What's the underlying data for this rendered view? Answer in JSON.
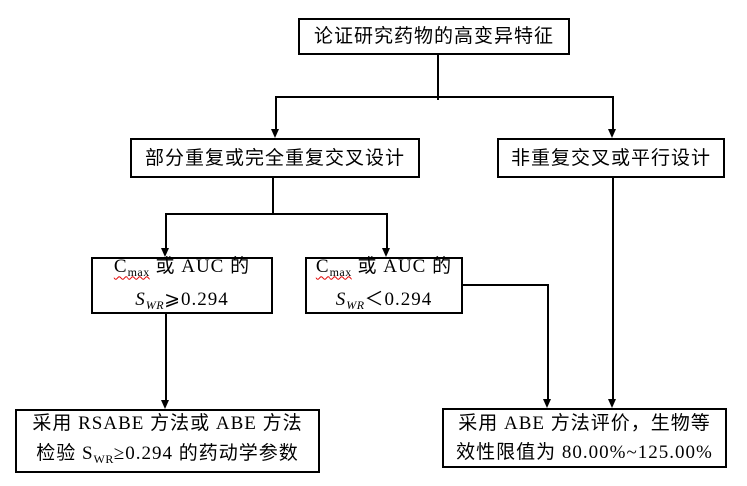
{
  "nodes": {
    "root": {
      "label": "论证研究药物的高变异特征"
    },
    "replicate_design": {
      "label": "部分重复或完全重复交叉设计"
    },
    "nonreplicate_design": {
      "label": "非重复交叉或平行设计"
    },
    "swr_ge": {
      "c": "C",
      "c_sub": "max",
      "after_c": " 或 AUC 的",
      "s": "S",
      "s_sub": "WR",
      "op": "⩾",
      "value": "0.294"
    },
    "swr_lt": {
      "c": "C",
      "c_sub": "max",
      "after_c": " 或 AUC 的",
      "s": "S",
      "s_sub": "WR",
      "op": "＜",
      "value": "0.294"
    },
    "rsabe": {
      "line1": "采用 RSABE 方法或 ABE 方法",
      "line2_pre": "检验 S",
      "line2_sub": "WR",
      "line2_post": "≥0.294 的药动学参数"
    },
    "abe": {
      "line1": "采用 ABE 方法评价，生物等",
      "line2": "效性限值为 80.00%~125.00%"
    }
  },
  "colors": {
    "background": "#ffffff",
    "line": "#000000",
    "box_border": "#000000",
    "text": "#000000",
    "spellcheck_underline": "#e00000"
  }
}
